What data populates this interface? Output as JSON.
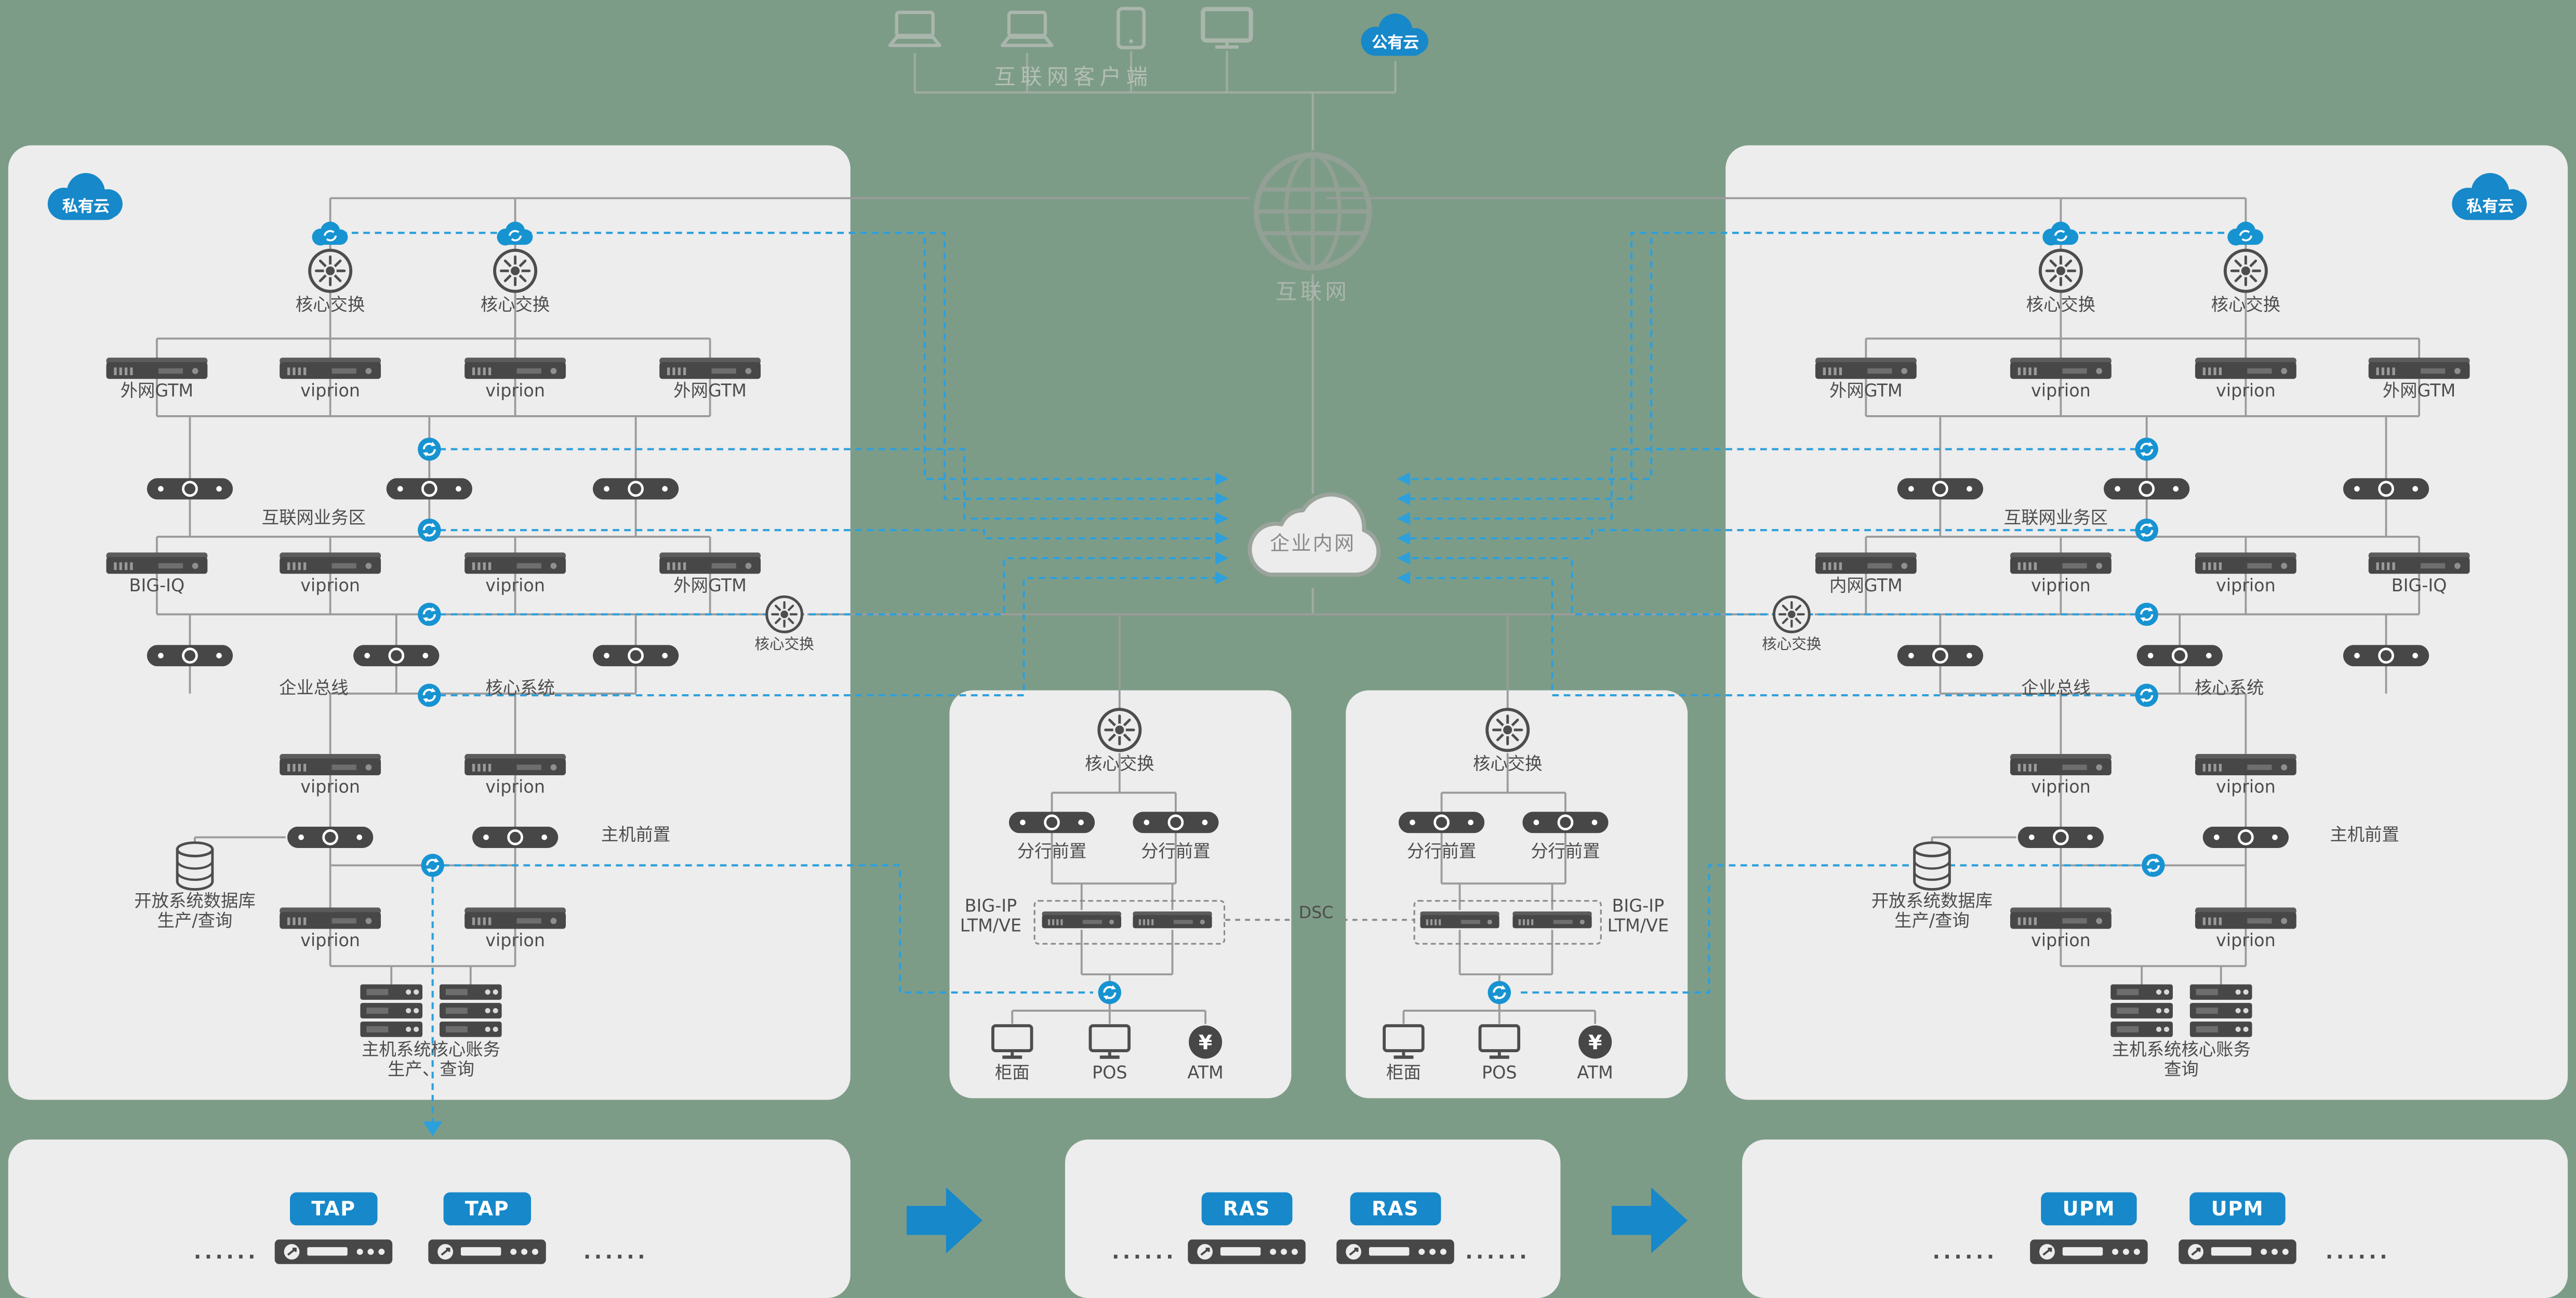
{
  "colors": {
    "background": "#7d9c87",
    "panel": "#ededed",
    "accent_blue": "#1788c9",
    "line_blue": "#2da0dc",
    "dark": "#4d4d4d",
    "line_gray": "#9b9b9b"
  },
  "top": {
    "clients_label": "互联网客户端",
    "public_cloud": "公有云",
    "internet": "互联网",
    "intranet": "企业内网"
  },
  "left_panel": {
    "badge": "私有云",
    "core_switch_a": "核心交换",
    "core_switch_b": "核心交换",
    "row1": [
      "外网GTM",
      "viprion",
      "viprion",
      "外网GTM"
    ],
    "zone_label": "互联网业务区",
    "row2": [
      "BIG-IQ",
      "viprion",
      "viprion",
      "外网GTM"
    ],
    "bus_label": "企业总线",
    "core_label": "核心系统",
    "edge_switch": "核心交换",
    "row3": [
      "viprion",
      "viprion"
    ],
    "front_label": "主机前置",
    "db_line1": "开放系统数据库",
    "db_line2": "生产/查询",
    "row4": [
      "viprion",
      "viprion"
    ],
    "rack_line1": "主机系统核心账务",
    "rack_line2": "生产、查询"
  },
  "right_panel": {
    "badge": "私有云",
    "core_switch_a": "核心交换",
    "core_switch_b": "核心交换",
    "row1": [
      "外网GTM",
      "viprion",
      "viprion",
      "外网GTM"
    ],
    "zone_label": "互联网业务区",
    "row2": [
      "内网GTM",
      "viprion",
      "viprion",
      "BIG-IQ"
    ],
    "bus_label": "企业总线",
    "core_label": "核心系统",
    "edge_switch": "核心交换",
    "row3": [
      "viprion",
      "viprion"
    ],
    "front_label": "主机前置",
    "db_line1": "开放系统数据库",
    "db_line2": "生产/查询",
    "row4": [
      "viprion",
      "viprion"
    ],
    "rack_line1": "主机系统核心账务",
    "rack_line2": "查询"
  },
  "branch_left": {
    "core_switch": "核心交换",
    "front_a": "分行前置",
    "front_b": "分行前置",
    "bigip_line1": "BIG-IP",
    "bigip_line2": "LTM/VE",
    "terminals": [
      "柜面",
      "POS",
      "ATM"
    ]
  },
  "branch_right": {
    "core_switch": "核心交换",
    "front_a": "分行前置",
    "front_b": "分行前置",
    "bigip_line1": "BIG-IP",
    "bigip_line2": "LTM/VE",
    "terminals": [
      "柜面",
      "POS",
      "ATM"
    ]
  },
  "dsc_label": "DSC",
  "bottom": {
    "tap": [
      "TAP",
      "TAP"
    ],
    "ras": [
      "RAS",
      "RAS"
    ],
    "upm": [
      "UPM",
      "UPM"
    ],
    "dots": "......"
  }
}
